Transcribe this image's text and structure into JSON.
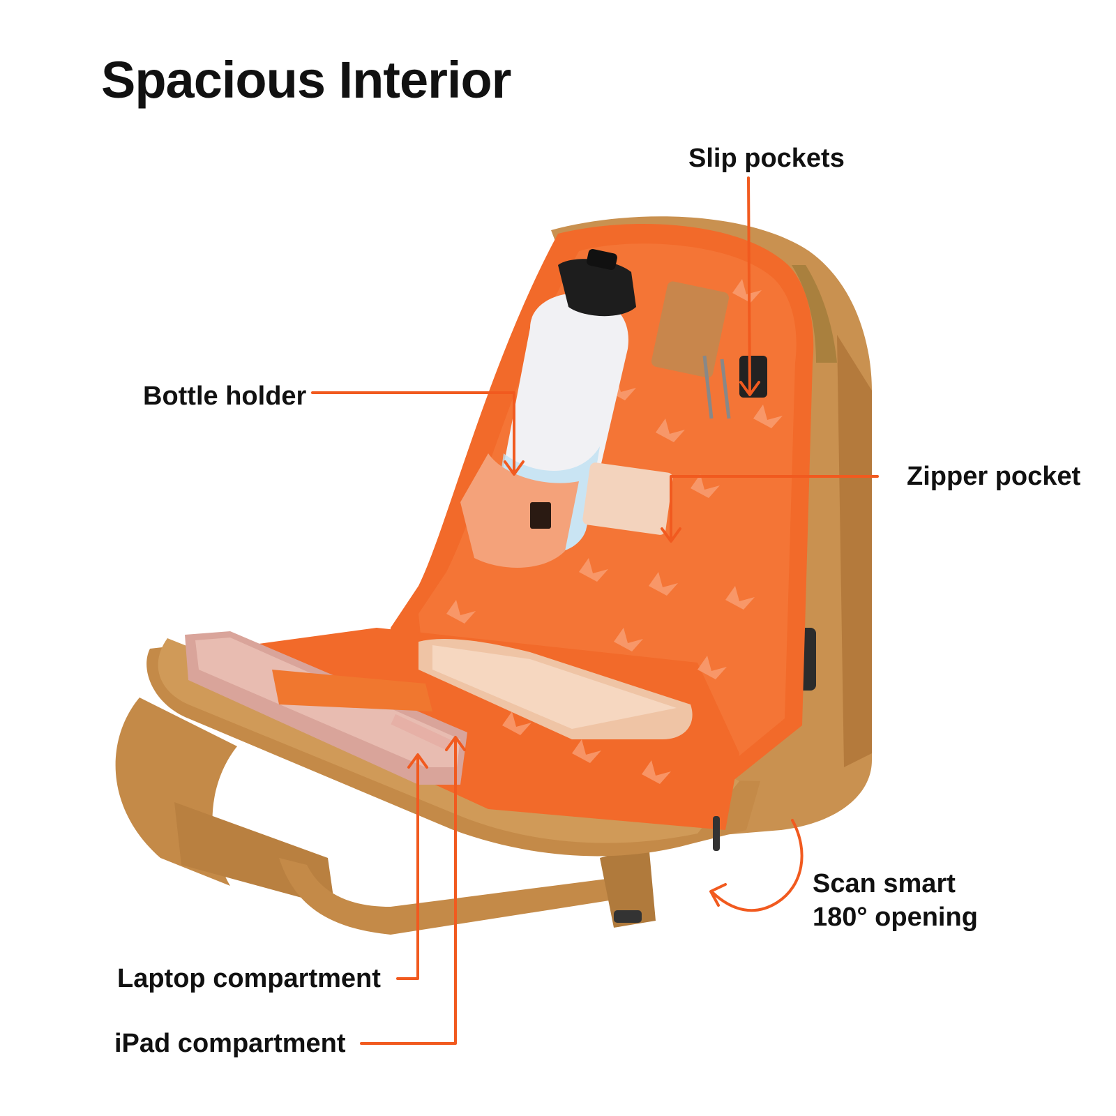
{
  "title": "Spacious Interior",
  "callouts": {
    "slip_pockets": "Slip pockets",
    "bottle_holder": "Bottle holder",
    "zipper_pocket": "Zipper pocket",
    "scan_smart_line1": "Scan smart",
    "scan_smart_line2": "180° opening",
    "laptop_compartment": "Laptop compartment",
    "ipad_compartment": "iPad compartment"
  },
  "colors": {
    "accent": "#F15A1F",
    "lining": "#F26A2A",
    "shell": "#C99150",
    "shell_dark": "#A97438",
    "text": "#111111"
  }
}
